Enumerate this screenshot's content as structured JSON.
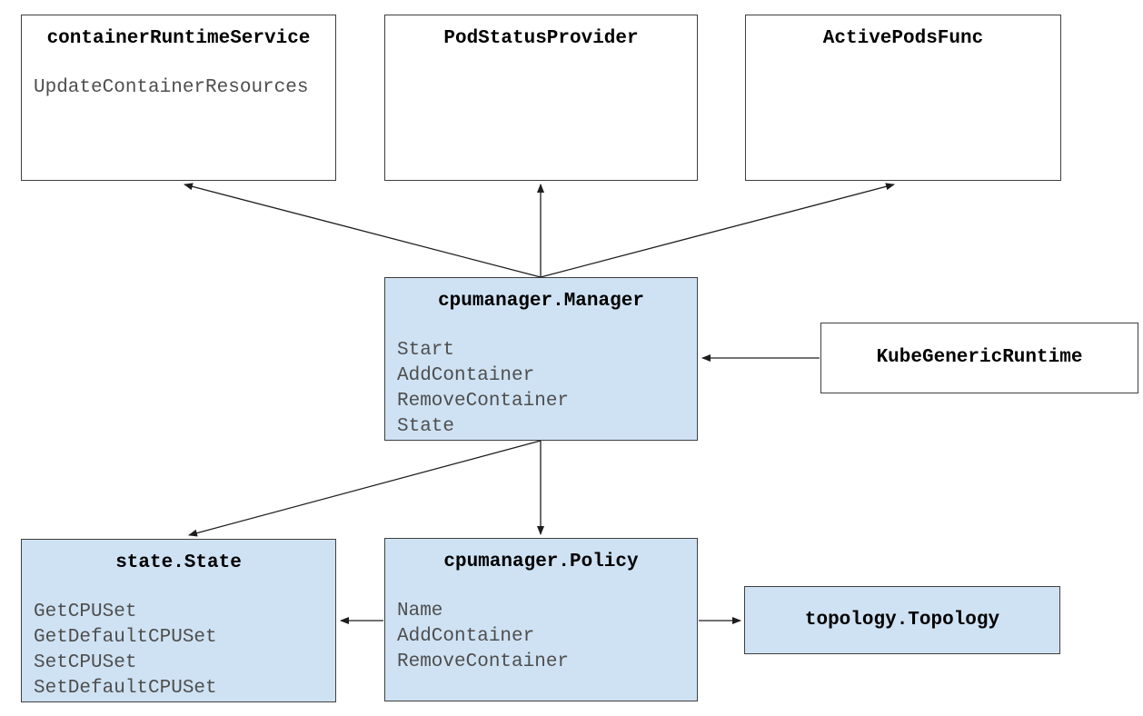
{
  "colors": {
    "background": "#ffffff",
    "box_fill_white": "#ffffff",
    "box_fill_blue": "#cfe2f3",
    "box_border": "#3f3f3f",
    "title_text": "#000000",
    "method_text": "#4e4e4e",
    "arrow": "#1d1d1d"
  },
  "boxes": [
    {
      "id": "containerRuntimeService",
      "title": "containerRuntimeService",
      "fill": "white",
      "methods": [
        "UpdateContainerResources"
      ]
    },
    {
      "id": "PodStatusProvider",
      "title": "PodStatusProvider",
      "fill": "white",
      "methods": []
    },
    {
      "id": "ActivePodsFunc",
      "title": "ActivePodsFunc",
      "fill": "white",
      "methods": []
    },
    {
      "id": "cpumanager.Manager",
      "title": "cpumanager.Manager",
      "fill": "blue",
      "methods": [
        "Start",
        "AddContainer",
        "RemoveContainer",
        "State"
      ]
    },
    {
      "id": "KubeGenericRuntime",
      "title": "KubeGenericRuntime",
      "fill": "white",
      "methods": []
    },
    {
      "id": "state.State",
      "title": "state.State",
      "fill": "blue",
      "methods": [
        "GetCPUSet",
        "GetDefaultCPUSet",
        "SetCPUSet",
        "SetDefaultCPUSet"
      ]
    },
    {
      "id": "cpumanager.Policy",
      "title": "cpumanager.Policy",
      "fill": "blue",
      "methods": [
        "Name",
        "AddContainer",
        "RemoveContainer"
      ]
    },
    {
      "id": "topology.Topology",
      "title": "topology.Topology",
      "fill": "blue",
      "methods": []
    }
  ],
  "edges": [
    {
      "from": "cpumanager.Manager",
      "to": "containerRuntimeService"
    },
    {
      "from": "cpumanager.Manager",
      "to": "PodStatusProvider"
    },
    {
      "from": "cpumanager.Manager",
      "to": "ActivePodsFunc"
    },
    {
      "from": "KubeGenericRuntime",
      "to": "cpumanager.Manager"
    },
    {
      "from": "cpumanager.Manager",
      "to": "state.State"
    },
    {
      "from": "cpumanager.Manager",
      "to": "cpumanager.Policy"
    },
    {
      "from": "cpumanager.Policy",
      "to": "state.State"
    },
    {
      "from": "cpumanager.Policy",
      "to": "topology.Topology"
    }
  ]
}
